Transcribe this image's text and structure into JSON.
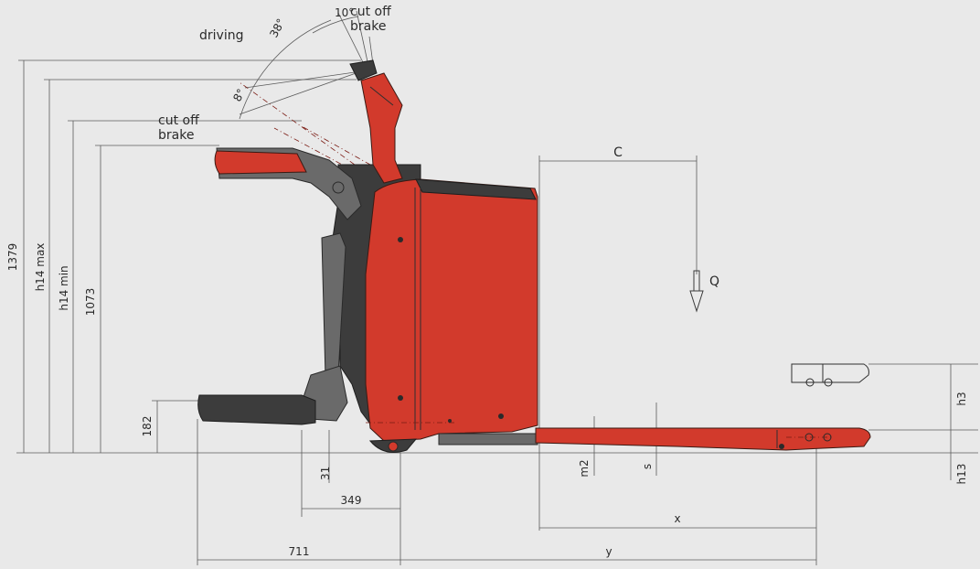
{
  "labels": {
    "driving": "driving",
    "cutoff_brake_top": [
      "cut off",
      "brake"
    ],
    "cutoff_brake_mid": [
      "cut off",
      "brake"
    ],
    "angle_10": "10°",
    "angle_38": "38°",
    "angle_8": "8°",
    "c": "C",
    "q": "Q"
  },
  "dimensions": {
    "d1379": "1379",
    "h14max": "h14  max",
    "h14min": "h14  min",
    "d1073": "1073",
    "d182": "182",
    "d31": "31",
    "d349": "349",
    "d711": "711",
    "y": "y",
    "x": "x",
    "m2": "m2",
    "s": "s",
    "h3": "h3",
    "h13": "h13"
  },
  "colors": {
    "background": "#e9e9e9",
    "truck_red": "#d23a2c",
    "dark_gray": "#3c3c3c"
  }
}
